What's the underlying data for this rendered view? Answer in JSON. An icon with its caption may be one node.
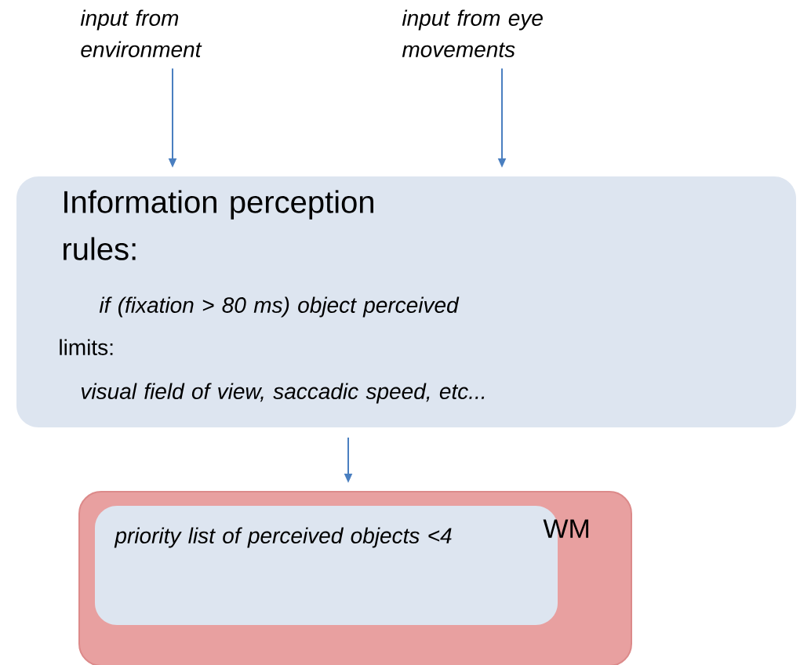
{
  "diagram": {
    "nodes": [
      {
        "text": [
          "input from environment"
        ]
      },
      {
        "text": [
          "input from eye movements"
        ]
      },
      {
        "text": [
          "Information perception",
          "rules:",
          "if (fixation > 80 ms) object perceived",
          "limits:",
          "visual field of view, saccadic speed, etc..."
        ]
      },
      {
        "text": [
          "WM"
        ]
      },
      {
        "text": [
          "priority list of perceived objects <4"
        ],
        "in": 3
      }
    ],
    "edges": [
      {
        "from": 0,
        "to": 2,
        "arrow": "to"
      },
      {
        "from": 1,
        "to": 2,
        "arrow": "to"
      },
      {
        "from": 2,
        "to": 3,
        "arrow": "to"
      }
    ]
  }
}
